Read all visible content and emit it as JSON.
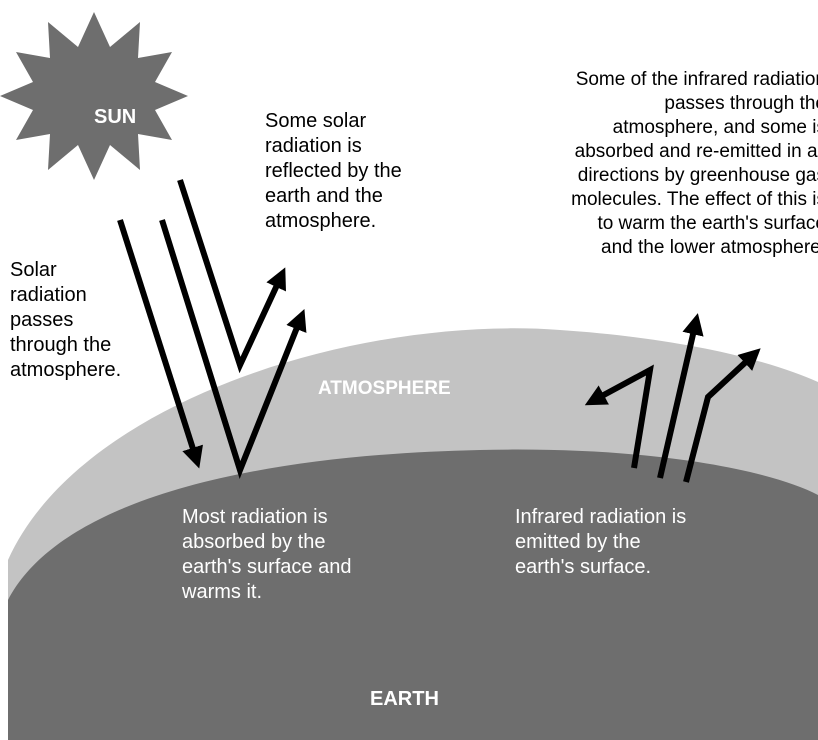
{
  "labels": {
    "sun": "SUN",
    "atmosphere": "ATMOSPHERE",
    "earth": "EARTH"
  },
  "captions": {
    "solar_passes": "Solar\nradiation\npasses\nthrough the\natmosphere.",
    "reflected": "Some solar\nradiation is\nreflected by the\nearth and the\natmosphere.",
    "absorbed": "Most radiation is\nabsorbed by the\nearth's surface and\nwarms it.",
    "infrared_emitted": "Infrared radiation is\nemitted by the\nearth's surface.",
    "infrared_greenhouse": "Some of the infrared radiation\npasses through the\natmosphere, and some is\nabsorbed and re-emitted in all\ndirections by greenhouse gas\nmolecules. The effect of this is\nto warm the earth's surface\nand the lower atmosphere."
  },
  "colors": {
    "background": "#ffffff",
    "sun": "#6e6e6e",
    "atmosphere": "#c3c3c3",
    "earth": "#6e6e6e",
    "arrows": "#000000",
    "text_dark": "#000000",
    "text_light": "#ffffff"
  }
}
